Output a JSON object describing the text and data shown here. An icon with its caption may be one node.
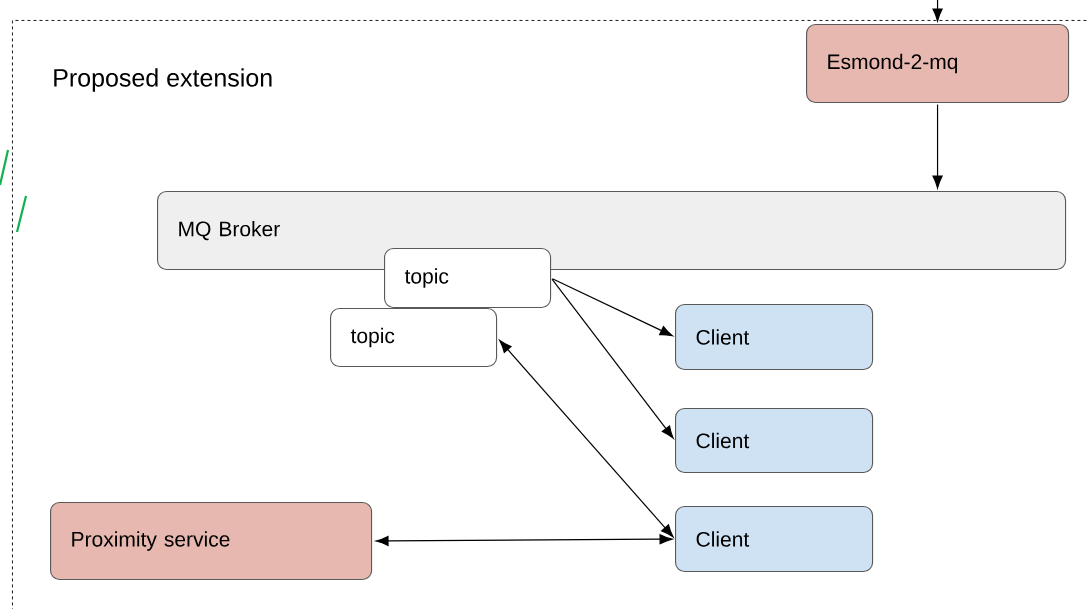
{
  "diagram": {
    "nodes": [
      {
        "text": [
          "Proposed extension"
        ]
      },
      {
        "text": [
          "Esmond-2-mq"
        ],
        "in": 0
      },
      {
        "text": [
          "MQ Broker"
        ],
        "in": 0
      },
      {
        "text": [
          "topic"
        ],
        "in": 0
      },
      {
        "text": [
          "topic"
        ],
        "in": 0
      },
      {
        "text": [
          "Client"
        ],
        "in": 0
      },
      {
        "text": [
          "Client"
        ],
        "in": 0
      },
      {
        "text": [
          "Client"
        ],
        "in": 0
      },
      {
        "text": [
          "Proximity service"
        ],
        "in": 0
      }
    ],
    "edges": [
      {
        "from": null,
        "to": 1,
        "arrow": "to"
      },
      {
        "from": 1,
        "to": 2,
        "arrow": "to"
      },
      {
        "from": 3,
        "to": 5,
        "arrow": "to"
      },
      {
        "from": 3,
        "to": 6,
        "arrow": "to"
      },
      {
        "from": 4,
        "to": 7,
        "arrow": "both"
      },
      {
        "from": 8,
        "to": 7,
        "arrow": "both"
      }
    ]
  }
}
